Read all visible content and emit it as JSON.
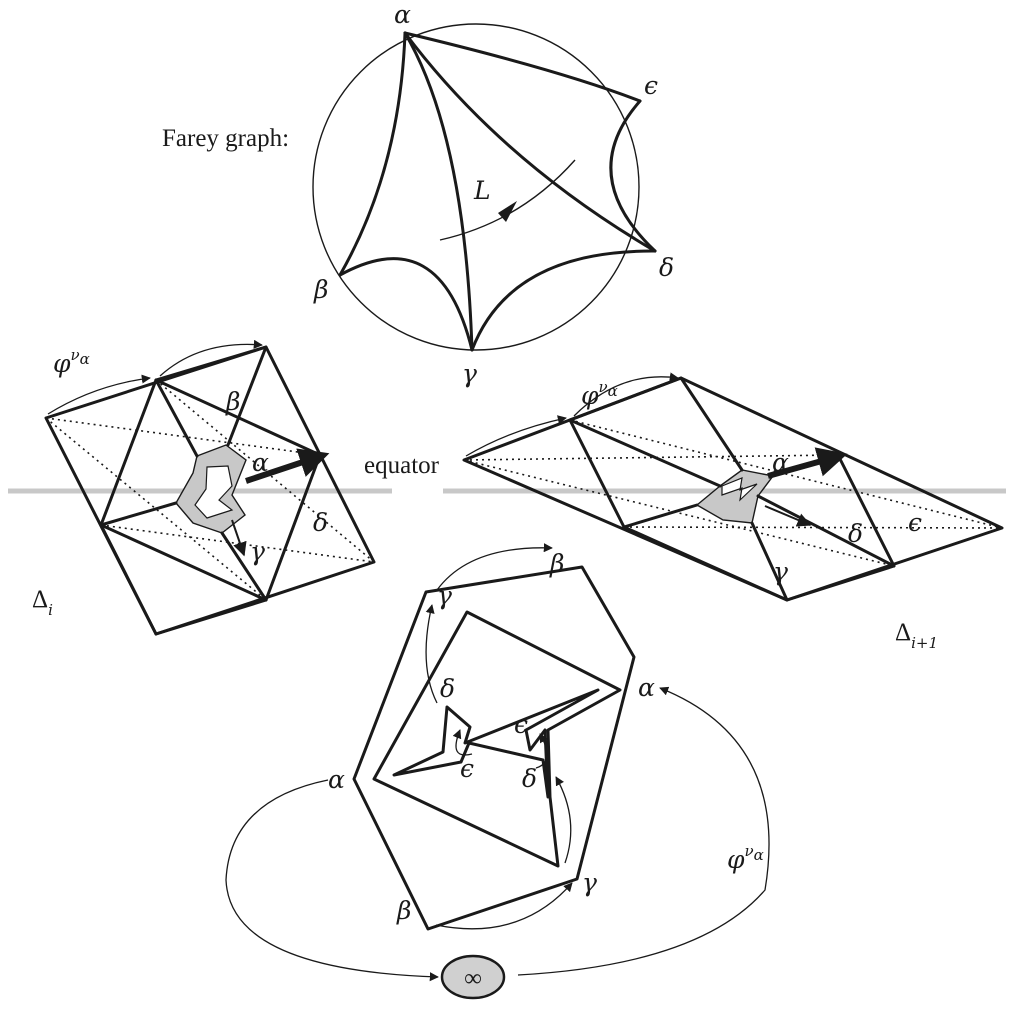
{
  "farey": {
    "caption": "Farey graph:",
    "labels": {
      "alpha": "α",
      "beta": "β",
      "gamma": "γ",
      "delta": "δ",
      "epsilon": "ϵ",
      "L": "L"
    }
  },
  "equator_label": "equator",
  "left_complex": {
    "name_base": "Δ",
    "name_sub": "i",
    "labels": {
      "alpha": "α",
      "beta": "β",
      "gamma": "γ",
      "delta": "δ"
    },
    "map_base": "φ",
    "map_sup": "ν",
    "map_sup_sub": "α"
  },
  "right_complex": {
    "name_base": "Δ",
    "name_sub": "i+1",
    "labels": {
      "alpha": "α",
      "gamma": "γ",
      "delta": "δ",
      "epsilon": "ϵ"
    },
    "map_base": "φ",
    "map_sup": "ν",
    "map_sup_sub": "α"
  },
  "bottom_diagram": {
    "labels": {
      "beta_top": "β",
      "gamma_top": "γ",
      "alpha_right": "α",
      "alpha_left": "α",
      "beta_bottom": "β",
      "gamma_bottom": "γ",
      "delta_left": "δ",
      "epsilon_left": "ϵ",
      "epsilon_right": "ϵ",
      "delta_right": "δ"
    },
    "map_base": "φ",
    "map_sup": "ν",
    "map_sup_sub": "α",
    "infinity_label": "∞"
  },
  "colors": {
    "ink": "#1a1a1a",
    "shade": "#c8c8c8",
    "equator": "#c8c8c8",
    "node_fill": "#d0d0d0"
  }
}
